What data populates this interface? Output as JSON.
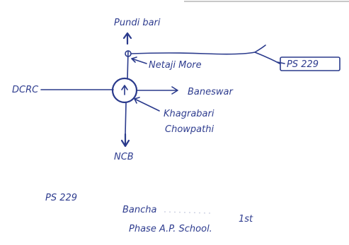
{
  "labels": {
    "north": "Pundi bari",
    "junction_top": "Netaji More",
    "ps_box": "PS 229",
    "west": "DCRC",
    "east": "Baneswar",
    "junction_center_line1": "Khagrabari",
    "junction_center_line2": "Chowpathi",
    "south": "NCB"
  },
  "footer": {
    "ps_number": "PS 229",
    "school_name_part1": "Bancha",
    "school_name_part2": "1st",
    "school_name_part3": "Phase A.P. School."
  },
  "colors": {
    "ink": "#2a3a8c",
    "background": "#ffffff"
  }
}
